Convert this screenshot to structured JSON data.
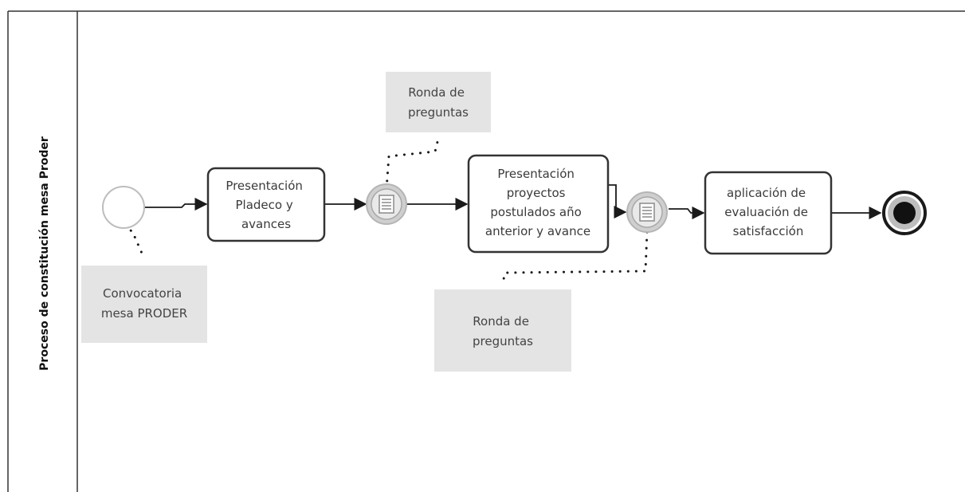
{
  "lane": {
    "title": "Proceso de constitución mesa Proder"
  },
  "tasks": [
    {
      "id": "task-presentacion-pladeco",
      "lines": [
        "Presentación",
        "Pladeco y",
        "avances"
      ]
    },
    {
      "id": "task-presentacion-proyectos",
      "lines": [
        "Presentación",
        "proyectos",
        "postulados año",
        "anterior y avance"
      ]
    },
    {
      "id": "task-aplicacion-evaluacion",
      "lines": [
        "aplicación de",
        "evaluación de",
        "satisfacción"
      ]
    }
  ],
  "annotations": [
    {
      "id": "annotation-convocatoria",
      "lines": [
        "Convocatoria",
        "mesa PRODER"
      ]
    },
    {
      "id": "annotation-ronda-1",
      "lines": [
        "Ronda de",
        "preguntas"
      ]
    },
    {
      "id": "annotation-ronda-2",
      "lines": [
        "Ronda de",
        "preguntas"
      ]
    }
  ],
  "events": [
    {
      "id": "start-event",
      "kind": "start"
    },
    {
      "id": "intermediate-event-1",
      "kind": "intermediate-message"
    },
    {
      "id": "intermediate-event-2",
      "kind": "intermediate-message"
    },
    {
      "id": "end-event",
      "kind": "end"
    }
  ],
  "colors": {
    "line": "#1a1a1a",
    "task_border": "#333333",
    "annotation_fill": "#e4e4e4",
    "event_gray": "#cfcfcf"
  }
}
